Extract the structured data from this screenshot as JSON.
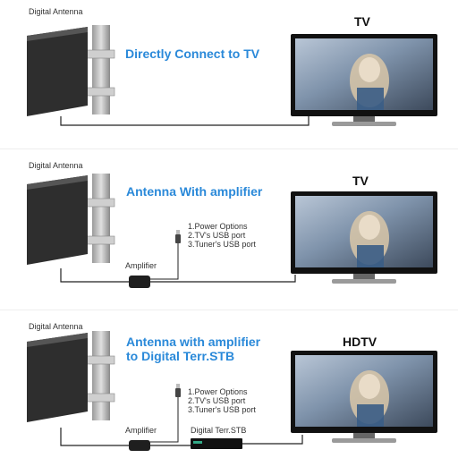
{
  "colors": {
    "heading": "#2a89d9",
    "cable": "#222222",
    "antenna": "#2e2e2e"
  },
  "panels": [
    {
      "antenna_label": "Digital Antenna",
      "heading": "Directly Connect to TV",
      "tv_label": "TV"
    },
    {
      "antenna_label": "Digital Antenna",
      "heading": "Antenna With amplifier",
      "tv_label": "TV",
      "amplifier_label": "Amplifier",
      "options": [
        "1.Power Options",
        "2.TV's USB port",
        "3.Tuner's USB port"
      ]
    },
    {
      "antenna_label": "Digital Antenna",
      "heading_line1": "Antenna with amplifier",
      "heading_line2": "to Digital Terr.STB",
      "tv_label": "HDTV",
      "amplifier_label": "Amplifier",
      "stb_label": "Digital Terr.STB",
      "options": [
        "1.Power Options",
        "2.TV's USB port",
        "3.Tuner's USB port"
      ]
    }
  ]
}
